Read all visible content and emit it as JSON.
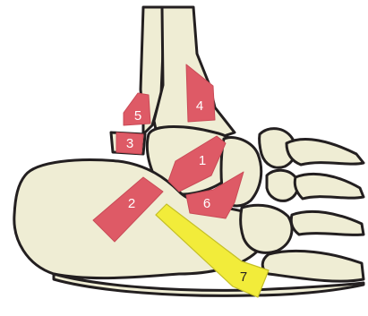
{
  "diagram": {
    "colors": {
      "bone_fill": "#efedd4",
      "outline": "#231f20",
      "ligament_red": "#de5a66",
      "ligament_yellow": "#f2ec3a"
    },
    "labels": [
      {
        "id": "1",
        "text": "1"
      },
      {
        "id": "2",
        "text": "2"
      },
      {
        "id": "3",
        "text": "3"
      },
      {
        "id": "4",
        "text": "4"
      },
      {
        "id": "5",
        "text": "5"
      },
      {
        "id": "6",
        "text": "6"
      },
      {
        "id": "7",
        "text": "7"
      }
    ]
  }
}
